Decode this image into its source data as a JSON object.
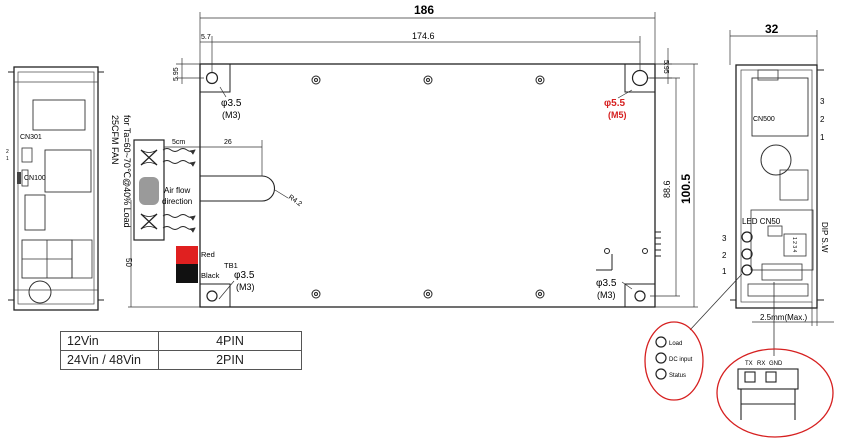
{
  "dimensions": {
    "overall_length": "186",
    "hole_pitch": "174.6",
    "left_offset": "5.7",
    "top_offset_left": "5.95",
    "top_offset_right": "5.95",
    "hole_span_height": "88.6",
    "overall_height": "100.5",
    "side_width": "32",
    "bottom_offset": "50",
    "fan_offset": "5cm",
    "fan_to_bend": "26",
    "bend_radius": "R4.2",
    "side_protrusion": "2.5mm(Max.)"
  },
  "holes": {
    "top_left_dia": "φ3.5",
    "top_left_screw": "(M3)",
    "top_right_dia": "φ5.5",
    "top_right_screw": "(M5)",
    "bottom_left_dia": "φ3.5",
    "bottom_left_screw": "(M3)",
    "bottom_right_dia": "φ3.5",
    "bottom_right_screw": "(M3)"
  },
  "fan": {
    "spec_line1": "25CFM FAN",
    "spec_line2": "for Ta=60~70℃@40% Load",
    "airflow_line1": "Air flow",
    "airflow_line2": "direction"
  },
  "terminal": {
    "label": "TB1",
    "red_label": "Red",
    "black_label": "Black"
  },
  "connectors": {
    "cn301": "CN301",
    "cn100": "CN100",
    "cn500": "CN500",
    "led_cn50": "LED CN50",
    "dip_sw": "DIP S.W",
    "dip_text": "1 2 3 4",
    "pins_left": [
      "3",
      "2",
      "1"
    ],
    "pins_right": [
      "3",
      "2",
      "1"
    ],
    "pin_small_1": "2",
    "pin_small_2": "1"
  },
  "led_legend": [
    "Load",
    "DC input",
    "Status"
  ],
  "uart_pins": [
    "TX",
    "RX",
    "GND"
  ],
  "pin_table": [
    {
      "input": "12Vin",
      "pins": "4PIN"
    },
    {
      "input": "24Vin / 48Vin",
      "pins": "2PIN"
    }
  ],
  "colors": {
    "callout": "#d62020",
    "terminal_red": "#e02020",
    "terminal_black": "#111111",
    "fan_grey": "#9a9a9a"
  }
}
